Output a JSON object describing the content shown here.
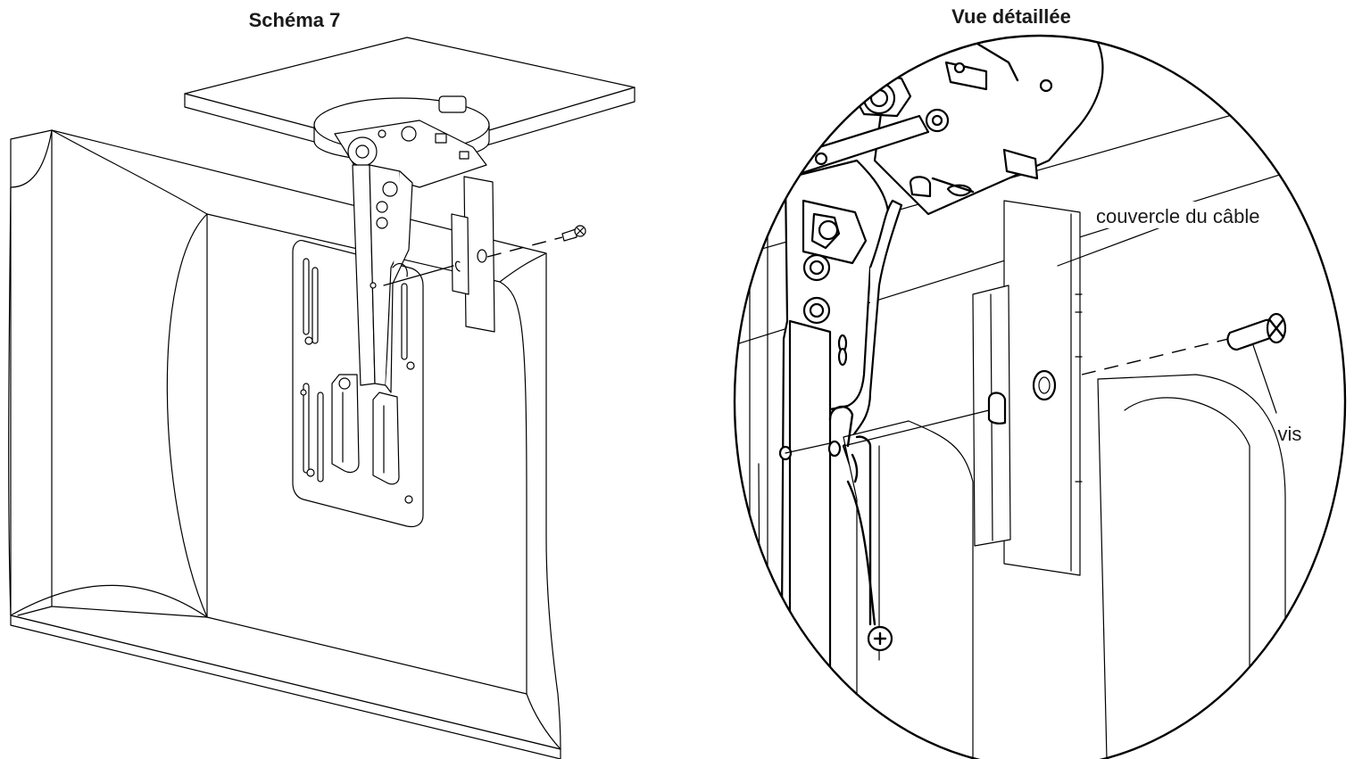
{
  "figure": {
    "left_title": "Schéma 7",
    "right_title": "Vue détaillée"
  },
  "labels": {
    "cable_cover": "couvercle du câble",
    "screw": "vis"
  },
  "colors": {
    "line": "#000000",
    "background": "#ffffff",
    "text": "#1a1a1a"
  }
}
